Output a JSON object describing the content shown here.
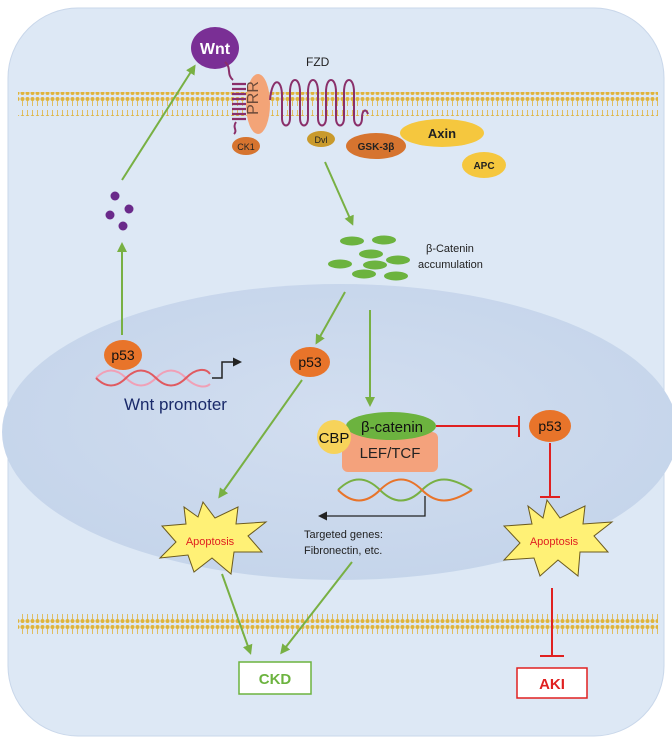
{
  "labels": {
    "wnt": "Wnt",
    "fzd": "FZD",
    "prr": "PRR",
    "ck1": "CK1",
    "dvl": "Dvl",
    "gsk3b": "GSK-3β",
    "axin": "Axin",
    "apc": "APC",
    "bcatenin_accum_line1": "β-Catenin",
    "bcatenin_accum_line2": "accumulation",
    "p53": "p53",
    "wnt_promoter": "Wnt promoter",
    "cbp": "CBP",
    "bcatenin": "β-catenin",
    "leftcf": "LEF/TCF",
    "targeted_line1": "Targeted genes:",
    "targeted_line2": "Fibronectin, etc.",
    "apoptosis": "Apoptosis",
    "ckd": "CKD",
    "aki": "AKI"
  },
  "colors": {
    "cell_bg": "#dde8f5",
    "nucleus": "#cad9ee",
    "membrane": "#e8c14a",
    "wnt_purple": "#7a2f95",
    "green_arrow": "#78b043",
    "red_inhibit": "#e02020",
    "p53_orange": "#e8742a",
    "apoptosis_fill": "#fff176",
    "apoptosis_text": "#e02020",
    "ckd_green": "#6cb33f",
    "aki_red": "#e02020"
  }
}
